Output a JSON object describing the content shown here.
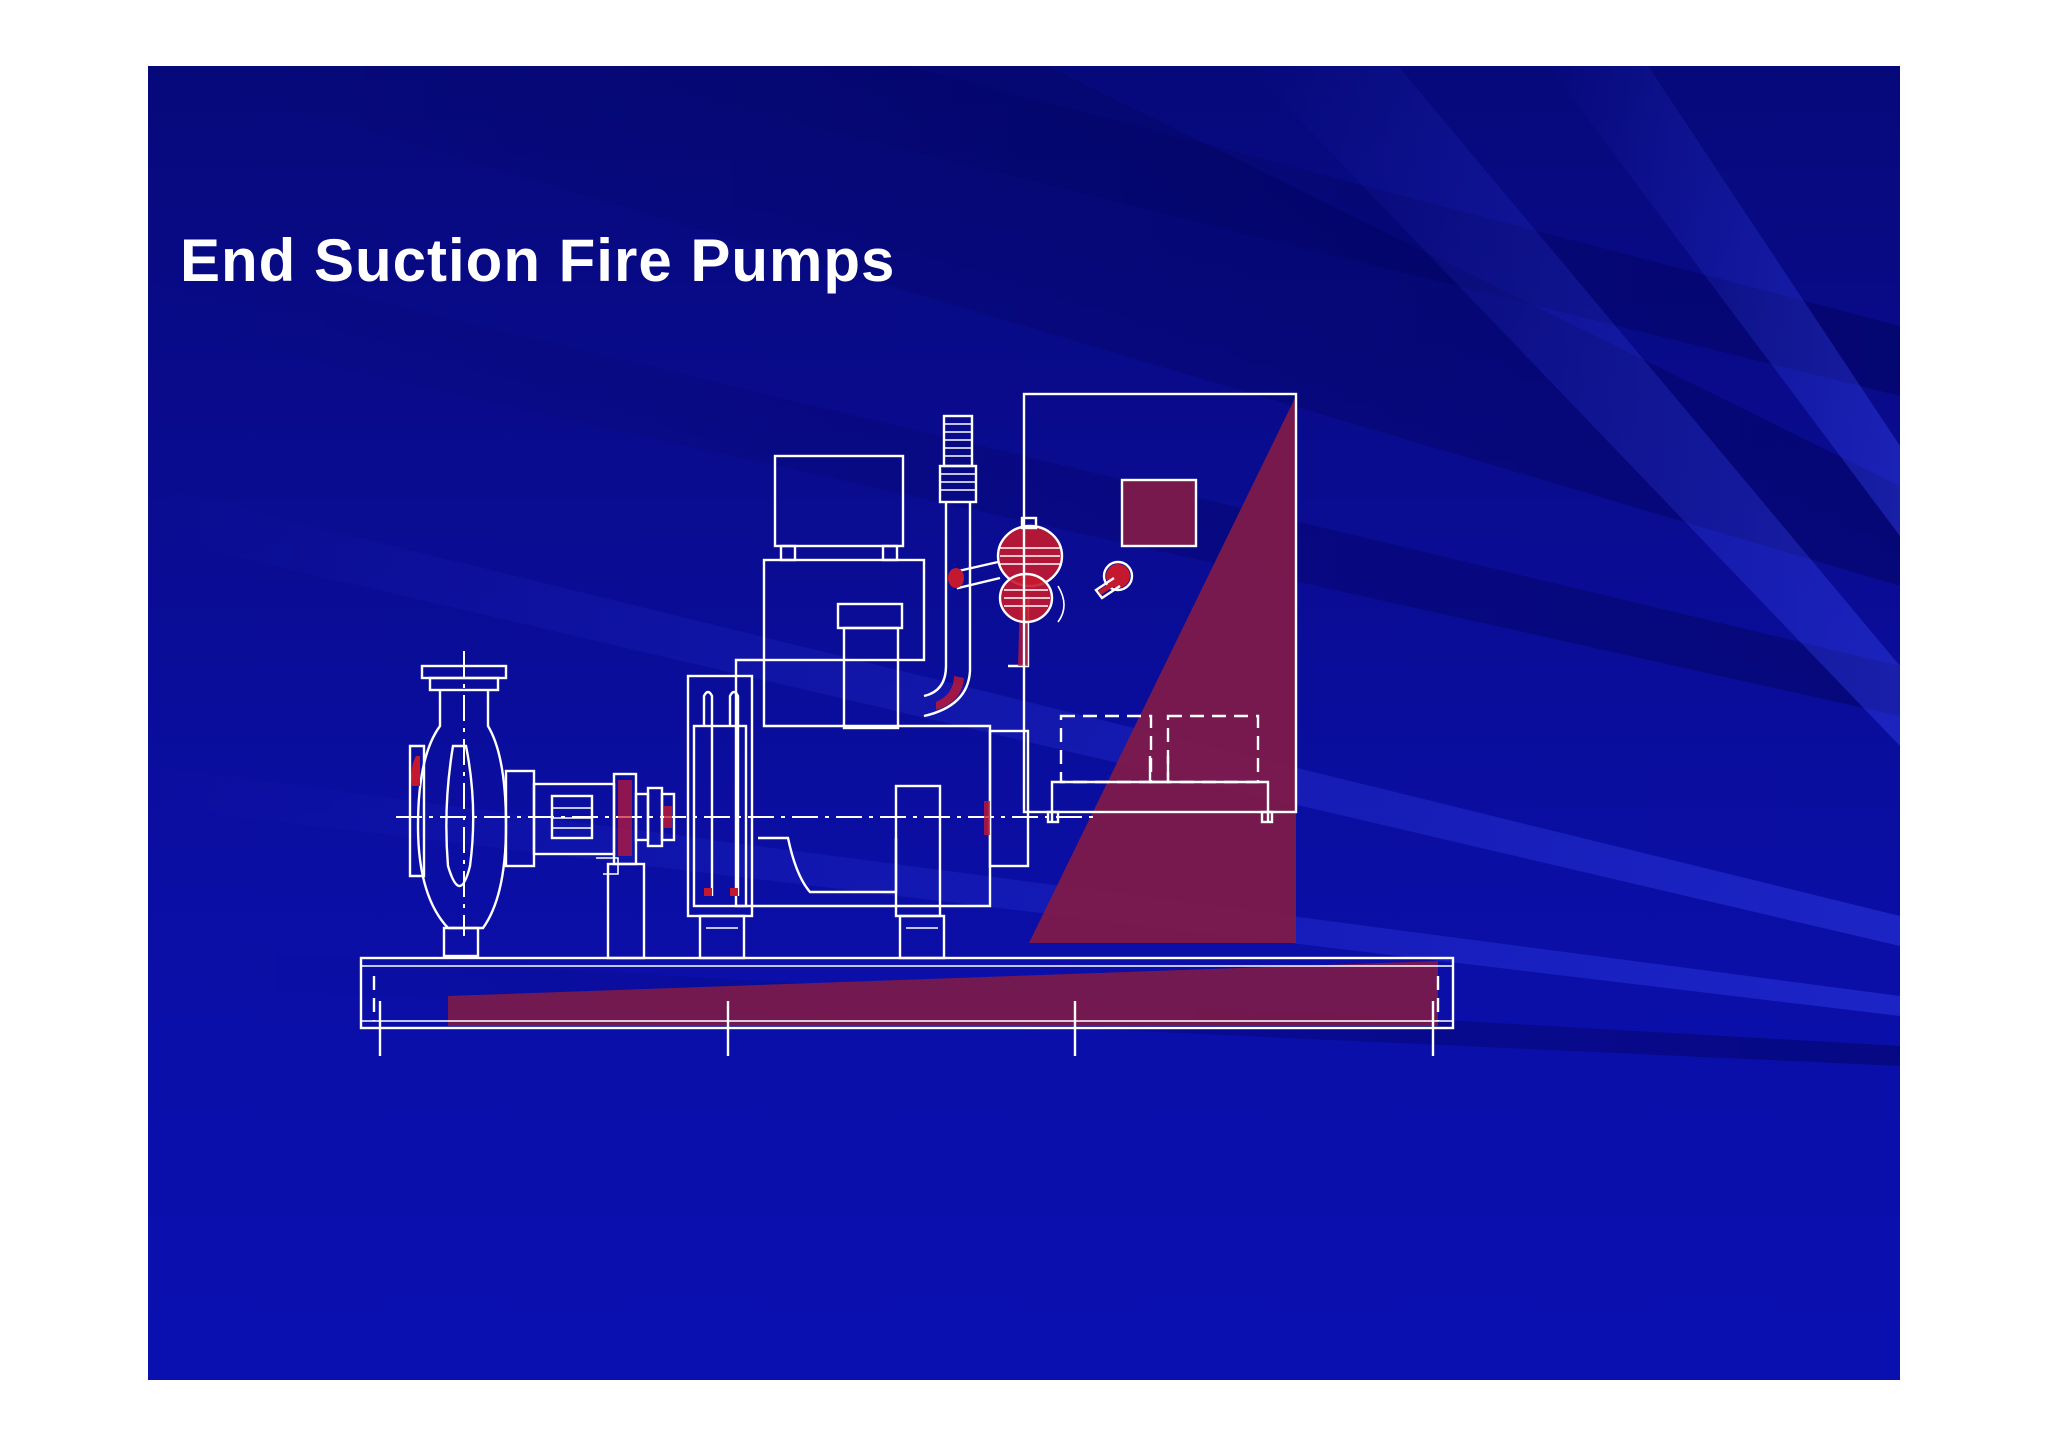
{
  "slide": {
    "title": "End Suction Fire Pumps"
  },
  "colors": {
    "background": "#0a0c9a",
    "line_art": "#ffffff",
    "highlight": "#7d1a4a",
    "accent_red": "#c4182f"
  },
  "diagram": {
    "components": [
      "pump-casing",
      "coupling",
      "diesel-engine",
      "exhaust-pipe",
      "air-cleaner",
      "controller-cabinet",
      "base-frame"
    ]
  }
}
